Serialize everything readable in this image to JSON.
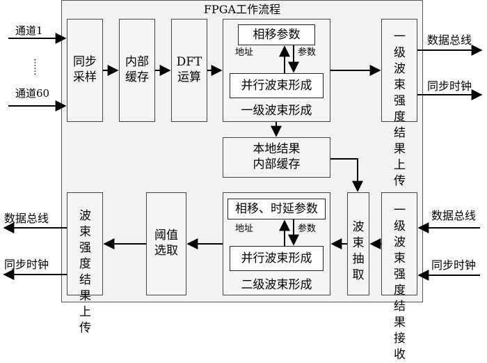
{
  "title": "FPGA工作流程",
  "inputs_left": [
    "通道1",
    "......",
    "通道60"
  ],
  "stage1": {
    "sync_sample": "同步\n采样",
    "internal_cache": "内部\n缓存",
    "dft": "DFT\n运算",
    "phase_params": "相移参数",
    "address": "地址",
    "params": "参数",
    "parallel_beam": "并行波束形成",
    "group_label": "一级波束形成",
    "upload": "一级波束强度结果上传"
  },
  "right_outputs": [
    "数据总线",
    "同步时钟"
  ],
  "local_cache": "本地结果\n内部缓存",
  "stage2": {
    "phase_delay_params": "相移、时延参数",
    "address": "地址",
    "params": "参数",
    "parallel_beam": "并行波束形成",
    "group_label": "二级波束形成",
    "beam_extract": "波束抽取",
    "threshold": "阈值\n选取",
    "upload": "波束强度结果上传",
    "receive": "一级波束强度结果接收"
  },
  "right_inputs": [
    "数据总线",
    "同步时钟"
  ],
  "left_outputs": [
    "数据总线",
    "同步时钟"
  ]
}
